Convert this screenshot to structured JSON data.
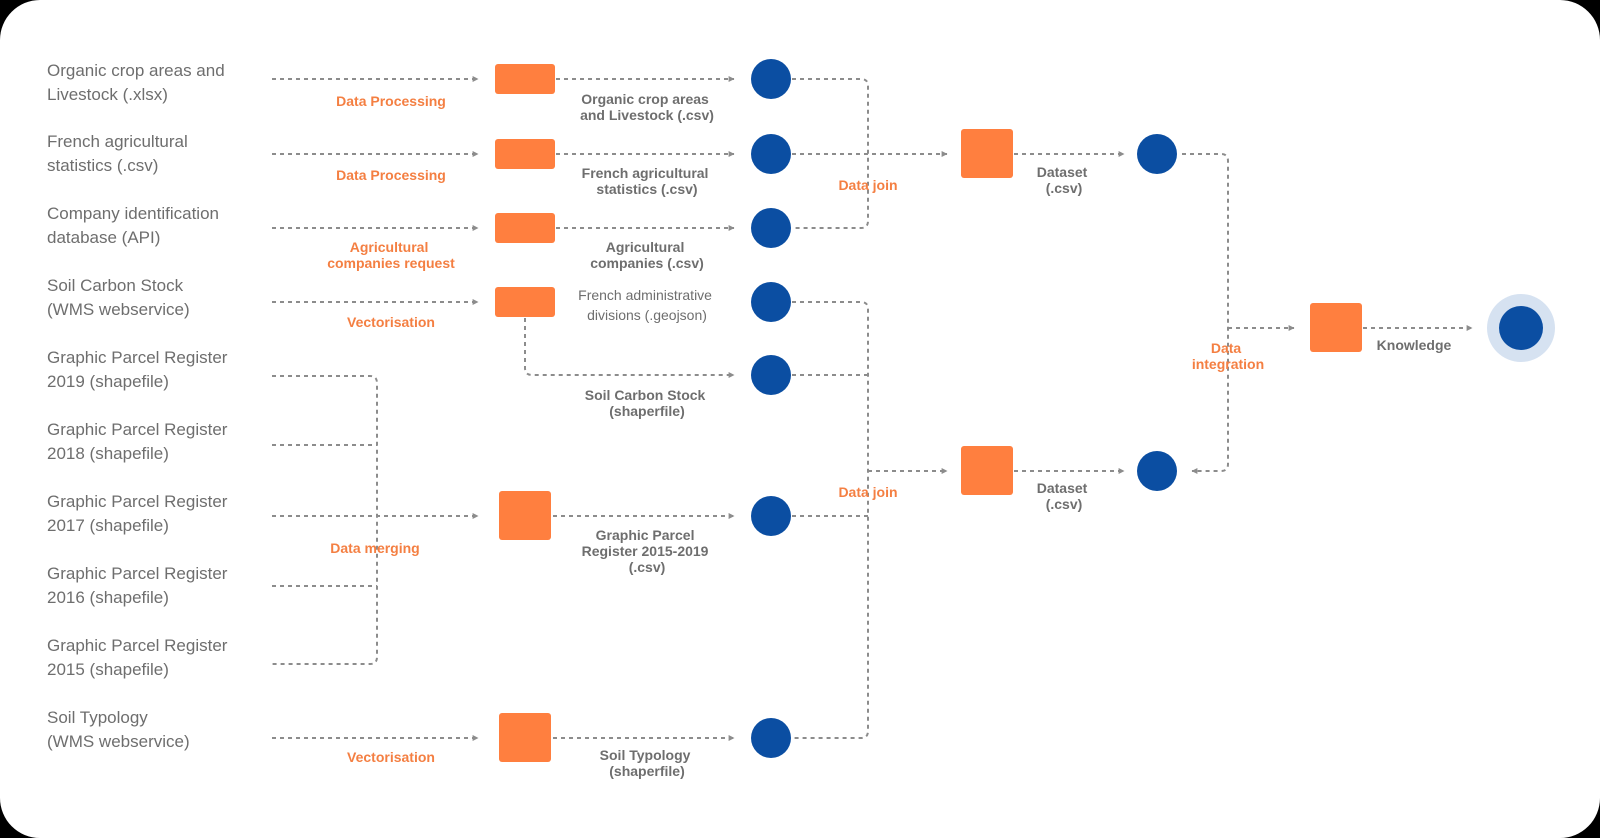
{
  "sources": [
    [
      "Organic crop areas and",
      "Livestock (.xlsx)"
    ],
    [
      "French agricultural",
      "statistics (.csv)"
    ],
    [
      "Company identification",
      "database (API)"
    ],
    [
      "Soil Carbon Stock",
      "(WMS webservice)"
    ],
    [
      "Graphic Parcel Register",
      "2019 (shapefile)"
    ],
    [
      "Graphic Parcel Register",
      "2018 (shapefile)"
    ],
    [
      "Graphic Parcel Register",
      "2017 (shapefile)"
    ],
    [
      "Graphic Parcel Register",
      "2016 (shapefile)"
    ],
    [
      "Graphic Parcel Register",
      "2015 (shapefile)"
    ],
    [
      "Soil Typology",
      "(WMS webservice)"
    ]
  ],
  "process_labels": {
    "data_processing_1": [
      "Data Processing"
    ],
    "data_processing_2": [
      "Data Processing"
    ],
    "companies_request": [
      "Agricultural",
      "companies request"
    ],
    "vectorisation_1": [
      "Vectorisation"
    ],
    "data_merging": [
      "Data merging"
    ],
    "vectorisation_2": [
      "Vectorisation"
    ],
    "data_join_1": [
      "Data join"
    ],
    "data_join_2": [
      "Data join"
    ],
    "data_integration": [
      "Data",
      "integration"
    ]
  },
  "data_labels": {
    "organic_csv": [
      "Organic crop areas",
      "and Livestock (.csv)"
    ],
    "stats_csv": [
      "French agricultural",
      "statistics (.csv)"
    ],
    "companies_csv": [
      "Agricultural",
      "companies (.csv)"
    ],
    "admin_geojson": [
      "French administrative",
      "divisions (.geojson)"
    ],
    "soil_carbon_shp": [
      "Soil Carbon Stock",
      "(shaperfile)"
    ],
    "parcel_csv": [
      "Graphic Parcel",
      "Register 2015-2019",
      "(.csv)"
    ],
    "soil_typology_shp": [
      "Soil Typology",
      "(shaperfile)"
    ],
    "dataset_1": [
      "Dataset",
      "(.csv)"
    ],
    "dataset_2": [
      "Dataset",
      "(.csv)"
    ],
    "knowledge": [
      "Knowledge"
    ]
  },
  "colors": {
    "process": "#ff7f3f",
    "data": "#0b4ea2",
    "edge": "#8c8c8c",
    "orange_text": "#f47f42",
    "gray_text": "#6e6e6e",
    "halo": "#d6e2f1"
  }
}
